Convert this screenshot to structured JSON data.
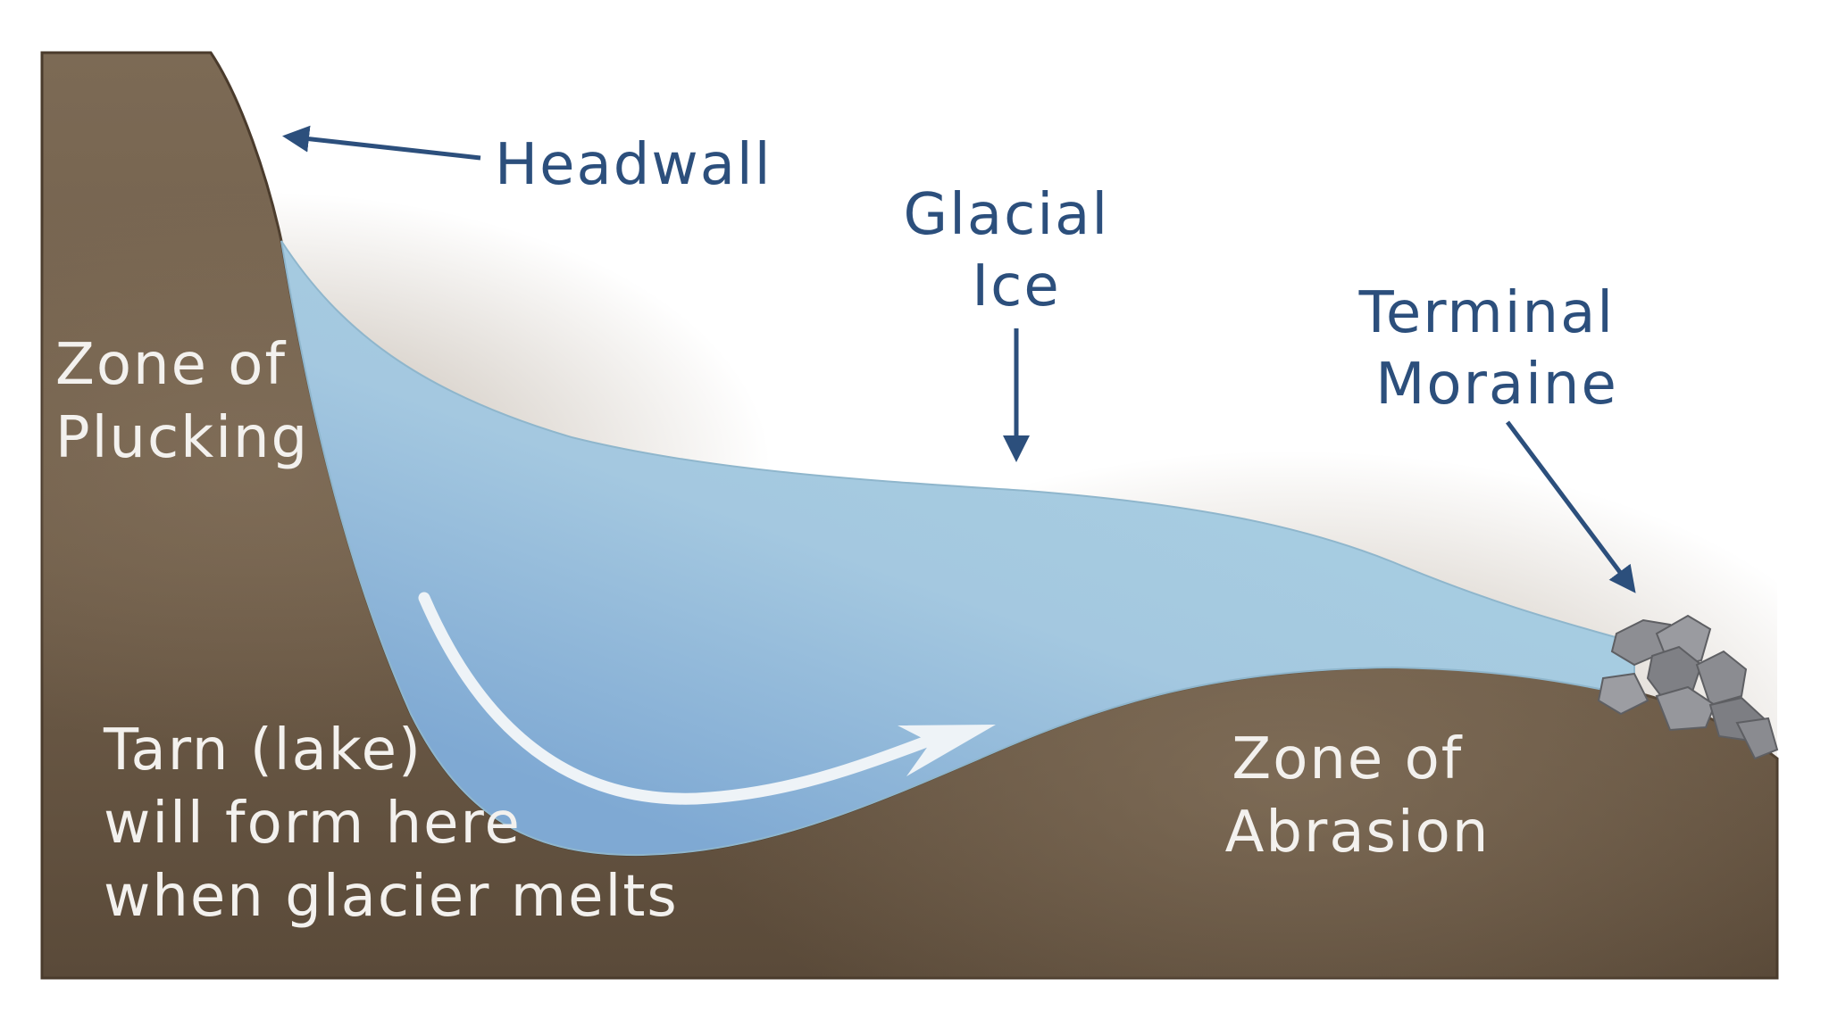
{
  "labels": {
    "headwall": "Headwall",
    "glacial_ice": [
      "Glacial",
      "Ice"
    ],
    "terminal_moraine": [
      "Terminal",
      "Moraine"
    ],
    "zone_of_plucking": [
      "Zone of",
      "Plucking"
    ],
    "tarn": [
      "Tarn (lake)",
      "will form here",
      "when glacier melts"
    ],
    "zone_of_abrasion": [
      "Zone of",
      "Abrasion"
    ]
  },
  "colors": {
    "label_dark": "#2c4f7c",
    "label_light": "#f3f1ee",
    "rock": "#6e5b47",
    "rock_edge": "#4a3b2c",
    "ice": "#a9cde0",
    "ice_deep": "#7fa9d2",
    "flow_arrow": "#eef3f7",
    "boulder": "#8f9094"
  },
  "icons": {
    "flow_arrow": "curved-arrow",
    "pointer_arrows": "straight-arrow"
  }
}
